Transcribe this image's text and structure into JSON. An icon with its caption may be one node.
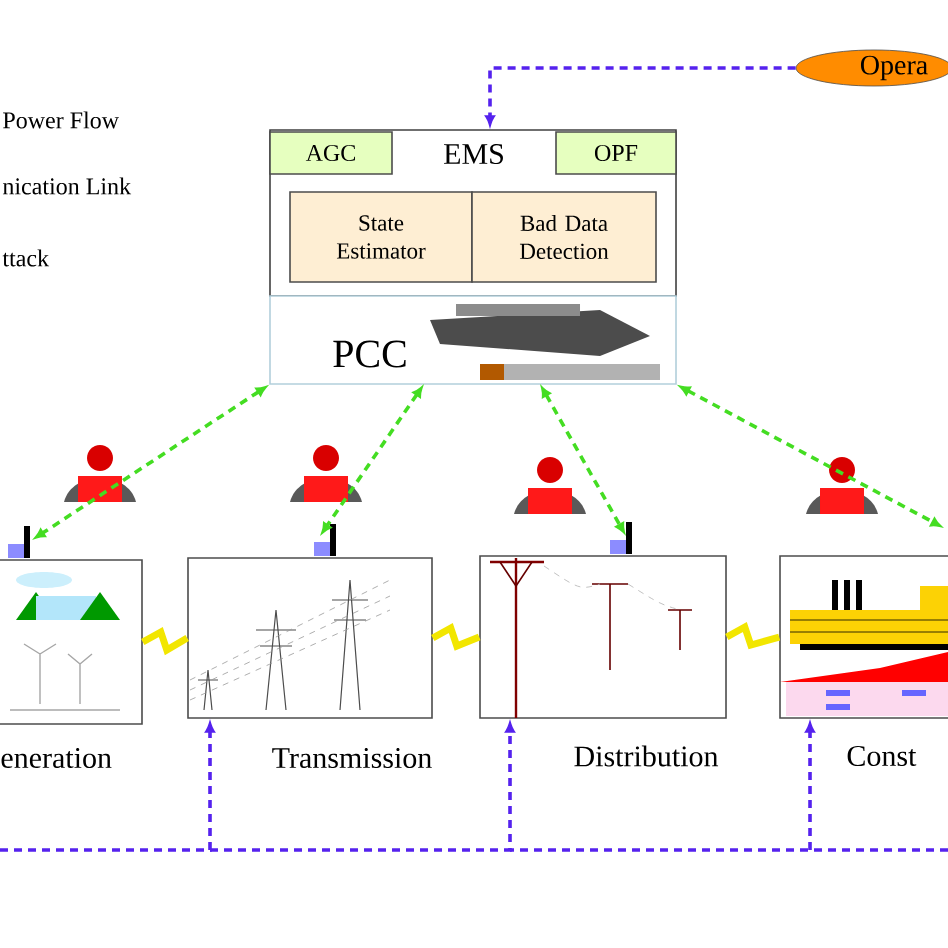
{
  "diagram": {
    "nodes": [
      {
        "text": [
          "EMS"
        ]
      },
      {
        "text": [
          "AGC"
        ],
        "in": 0
      },
      {
        "text": [
          "OPF"
        ],
        "in": 0
      },
      {
        "text": [
          "State Estimator"
        ],
        "in": 0
      },
      {
        "text": [
          "Bad Data Detection"
        ],
        "in": 0
      },
      {
        "text": [
          "PCC"
        ]
      },
      {
        "text": [
          "Opera"
        ]
      },
      {
        "text": [
          "eneration"
        ]
      },
      {
        "text": [
          "Transmission"
        ]
      },
      {
        "text": [
          "Distribution"
        ]
      },
      {
        "text": [
          "Const"
        ]
      }
    ],
    "edges": [
      {
        "from": 6,
        "to": 0,
        "arrow": "to",
        "style": "dashed",
        "color": "#5522ee"
      },
      {
        "from": 5,
        "to": 7,
        "arrow": "both",
        "style": "dashed",
        "color": "#44dd22"
      },
      {
        "from": 5,
        "to": 8,
        "arrow": "both",
        "style": "dashed",
        "color": "#44dd22"
      },
      {
        "from": 5,
        "to": 9,
        "arrow": "both",
        "style": "dashed",
        "color": "#44dd22"
      },
      {
        "from": 5,
        "to": 10,
        "arrow": "both",
        "style": "dashed",
        "color": "#44dd22"
      },
      {
        "from": 7,
        "to": 8,
        "arrow": "none",
        "style": "thick",
        "color": "#f2e600"
      },
      {
        "from": 8,
        "to": 9,
        "arrow": "none",
        "style": "thick",
        "color": "#f2e600"
      },
      {
        "from": 9,
        "to": 10,
        "arrow": "none",
        "style": "thick",
        "color": "#f2e600"
      },
      {
        "from": null,
        "to": 8,
        "arrow": "to",
        "style": "dashed",
        "color": "#5522ee"
      },
      {
        "from": null,
        "to": 9,
        "arrow": "to",
        "style": "dashed",
        "color": "#5522ee"
      },
      {
        "from": null,
        "to": 10,
        "arrow": "to",
        "style": "dashed",
        "color": "#5522ee"
      }
    ],
    "legend": [
      {
        "text": "Power Flow"
      },
      {
        "text": "nication Link"
      },
      {
        "text": "ttack"
      }
    ]
  }
}
